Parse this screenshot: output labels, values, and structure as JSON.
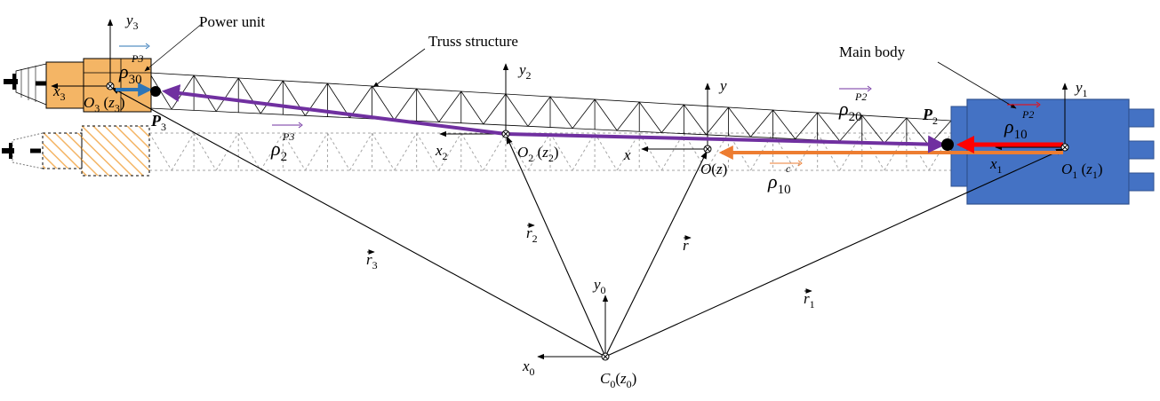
{
  "callouts": {
    "power_unit": "Power unit",
    "truss_structure": "Truss structure",
    "main_body": "Main body"
  },
  "frames": {
    "c0": {
      "origin": "C",
      "sub": "0",
      "paren": "z",
      "paren_sub": "0",
      "x": "x",
      "x_sub": "0",
      "y": "y",
      "y_sub": "0"
    },
    "o1": {
      "origin": "O",
      "sub": "1",
      "paren": "z",
      "paren_sub": "1",
      "x": "x",
      "x_sub": "1",
      "y": "y",
      "y_sub": "1"
    },
    "o2": {
      "origin": "O",
      "sub": "2",
      "paren": "z",
      "paren_sub": "2",
      "x": "x",
      "x_sub": "2",
      "y": "y",
      "y_sub": "2"
    },
    "o3": {
      "origin": "O",
      "sub": "3",
      "paren": "z",
      "paren_sub": "3",
      "x": "x",
      "x_sub": "3",
      "y": "y",
      "y_sub": "3"
    },
    "o": {
      "origin": "O",
      "paren": "z",
      "x": "x",
      "y": "y"
    }
  },
  "points": {
    "p2": {
      "name": "P",
      "sub": "2"
    },
    "p3": {
      "name": "P",
      "sub": "3"
    }
  },
  "position_vectors": {
    "r": {
      "name": "r"
    },
    "r1": {
      "name": "r",
      "sub": "1"
    },
    "r2": {
      "name": "r",
      "sub": "2"
    },
    "r3": {
      "name": "r",
      "sub": "3"
    }
  },
  "relative_vectors": {
    "rho10_p2": {
      "name": "ρ",
      "sub": "10",
      "sup": "P2",
      "color": "#ff0000"
    },
    "rho10_c": {
      "name": "ρ",
      "sub": "10",
      "sup": "c",
      "color": "#ed7d31"
    },
    "rho20_p2": {
      "name": "ρ",
      "sub": "20",
      "sup": "P2",
      "color": "#7030a0"
    },
    "rho2_p3": {
      "name": "ρ",
      "sub": "2",
      "sup": "P3",
      "color": "#7030a0"
    },
    "rho30_p3": {
      "name": "ρ",
      "sub": "30",
      "sup": "P3",
      "color": "#2e75b6"
    }
  },
  "colors": {
    "main_body": "#4472c4",
    "power_unit": "#f4b565",
    "truss": "#000000"
  }
}
